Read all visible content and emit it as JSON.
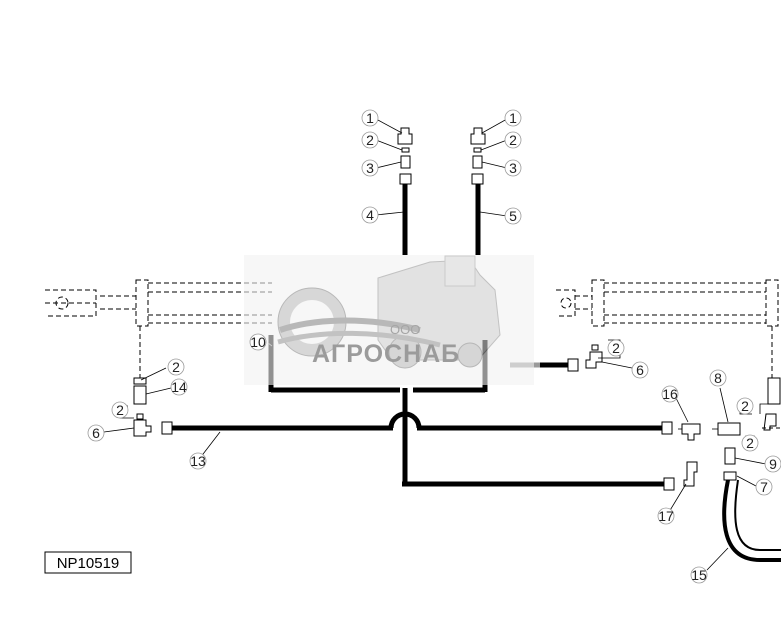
{
  "diagram_code": "NP10519",
  "watermark": {
    "prefix": "ООО",
    "brand": "АГРОСНАБ"
  },
  "callouts": {
    "c1_left": "1",
    "c2_left": "2",
    "c3_left": "3",
    "c4": "4",
    "c1_right": "1",
    "c2_right": "2",
    "c3_right": "3",
    "c5": "5",
    "c10": "10",
    "c2_lc_a": "2",
    "c14": "14",
    "c2_lc_b": "2",
    "c6_left": "6",
    "c13": "13",
    "c2_mid": "2",
    "c6_mid": "6",
    "c16": "16",
    "c17": "17",
    "c8": "8",
    "c2_r_a": "2",
    "c2_r_b": "2",
    "c9": "9",
    "c7": "7",
    "c15": "15"
  }
}
